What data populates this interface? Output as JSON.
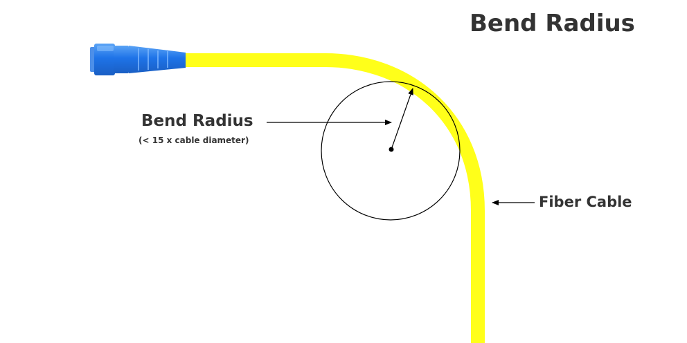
{
  "title": "Bend Radius",
  "labels": {
    "bend_radius": "Bend Radius",
    "bend_radius_note": "(< 15 x cable diameter)",
    "fiber_cable": "Fiber Cable"
  },
  "colors": {
    "cable": "#ffff1a",
    "connector": "#1e73e8",
    "connector_light": "#5aa3f5",
    "text": "#333333",
    "lines": "#000000",
    "background": "#ffffff"
  },
  "icons": {
    "connector": "fiber-connector-icon"
  }
}
